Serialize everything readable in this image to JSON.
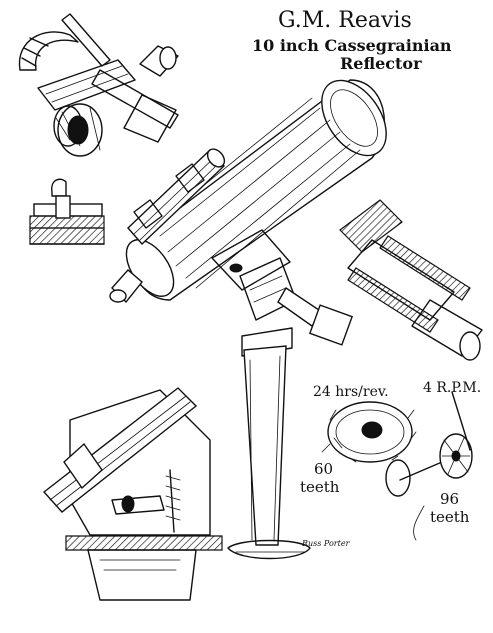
{
  "title": {
    "name": "G.M. Reavis",
    "line2": "10 inch Cassegrainian",
    "line3": "Reflector"
  },
  "labels": {
    "rev_rate": "24 hrs/rev.",
    "rpm": "4 R.P.M.",
    "teeth_left_count": "60",
    "teeth_left_word": "teeth",
    "teeth_right_count": "96",
    "teeth_right_word": "teeth",
    "signature": "Russ Porter"
  }
}
